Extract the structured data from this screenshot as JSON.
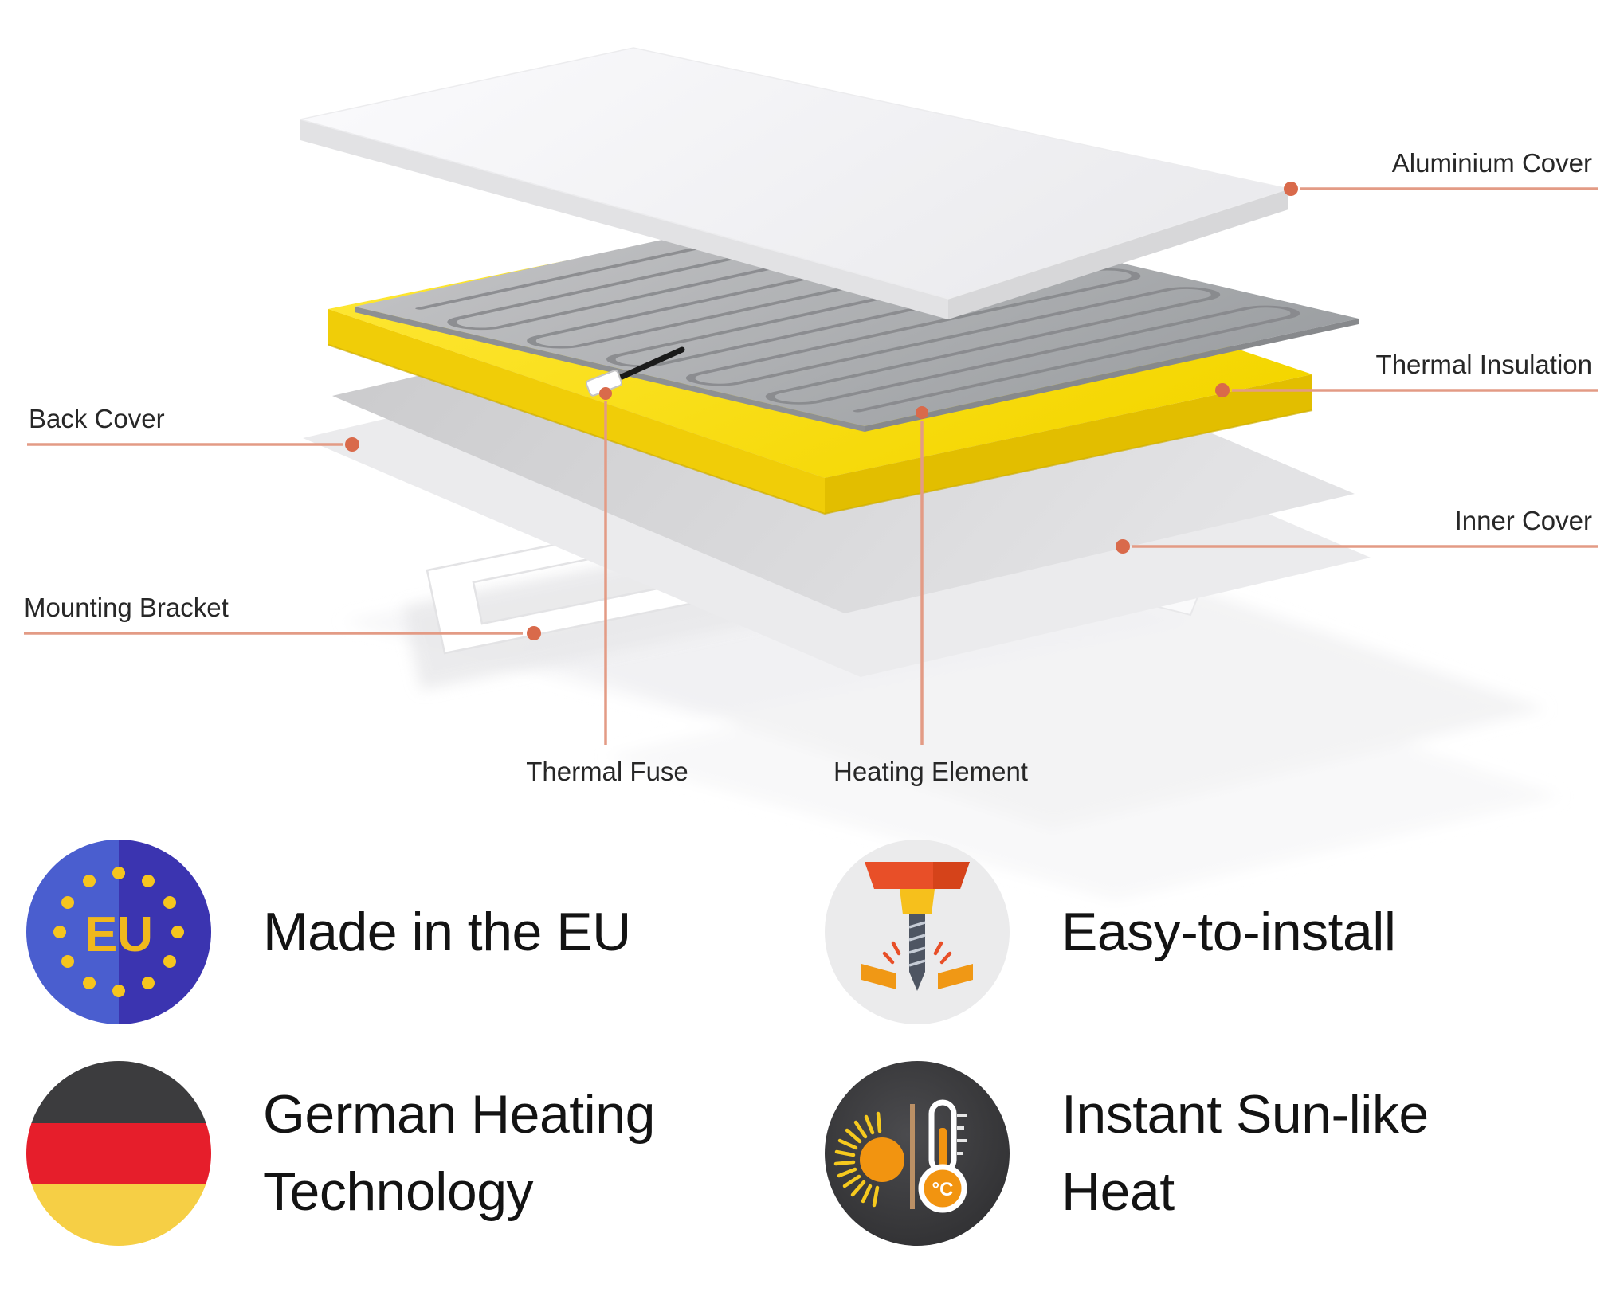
{
  "diagram": {
    "aluminium_cover": "Aluminium Cover",
    "thermal_insulation": "Thermal Insulation",
    "inner_cover": "Inner Cover",
    "back_cover": "Back Cover",
    "mounting_bracket": "Mounting Bracket",
    "thermal_fuse": "Thermal Fuse",
    "heating_element": "Heating Element"
  },
  "features": [
    {
      "id": "made-in-eu",
      "icon": "eu-flag-icon",
      "icon_text": "EU",
      "lines": [
        "Made in the EU",
        ""
      ]
    },
    {
      "id": "easy-to-install",
      "icon": "screw-install-icon",
      "icon_text": "",
      "lines": [
        "Easy-to-install",
        ""
      ]
    },
    {
      "id": "german-heating",
      "icon": "german-flag-icon",
      "icon_text": "",
      "lines": [
        "German Heating",
        "Technology"
      ]
    },
    {
      "id": "instant-heat",
      "icon": "sun-thermometer-icon",
      "icon_text": "°C",
      "lines": [
        "Instant Sun-like",
        "Heat"
      ]
    }
  ],
  "colors": {
    "callout_line": "#e39b85",
    "callout_dot": "#d96a4b",
    "insulation_yellow": "#ffe100",
    "accent_orange": "#e8512b"
  }
}
